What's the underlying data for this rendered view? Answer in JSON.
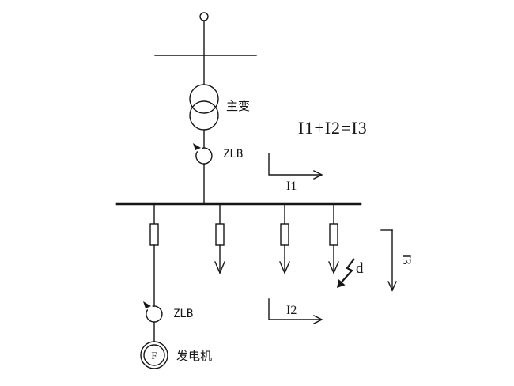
{
  "diagram": {
    "background": "#ffffff",
    "line_color": "#161616",
    "equation": "I1+I2=I3",
    "labels": {
      "transformer": "主变",
      "zlb_top": "ZLB",
      "zlb_bottom": "ZLB",
      "generator": "发电机",
      "generator_letter": "F",
      "i1": "I1",
      "i2": "I2",
      "i3": "I3",
      "fault": "d"
    }
  }
}
